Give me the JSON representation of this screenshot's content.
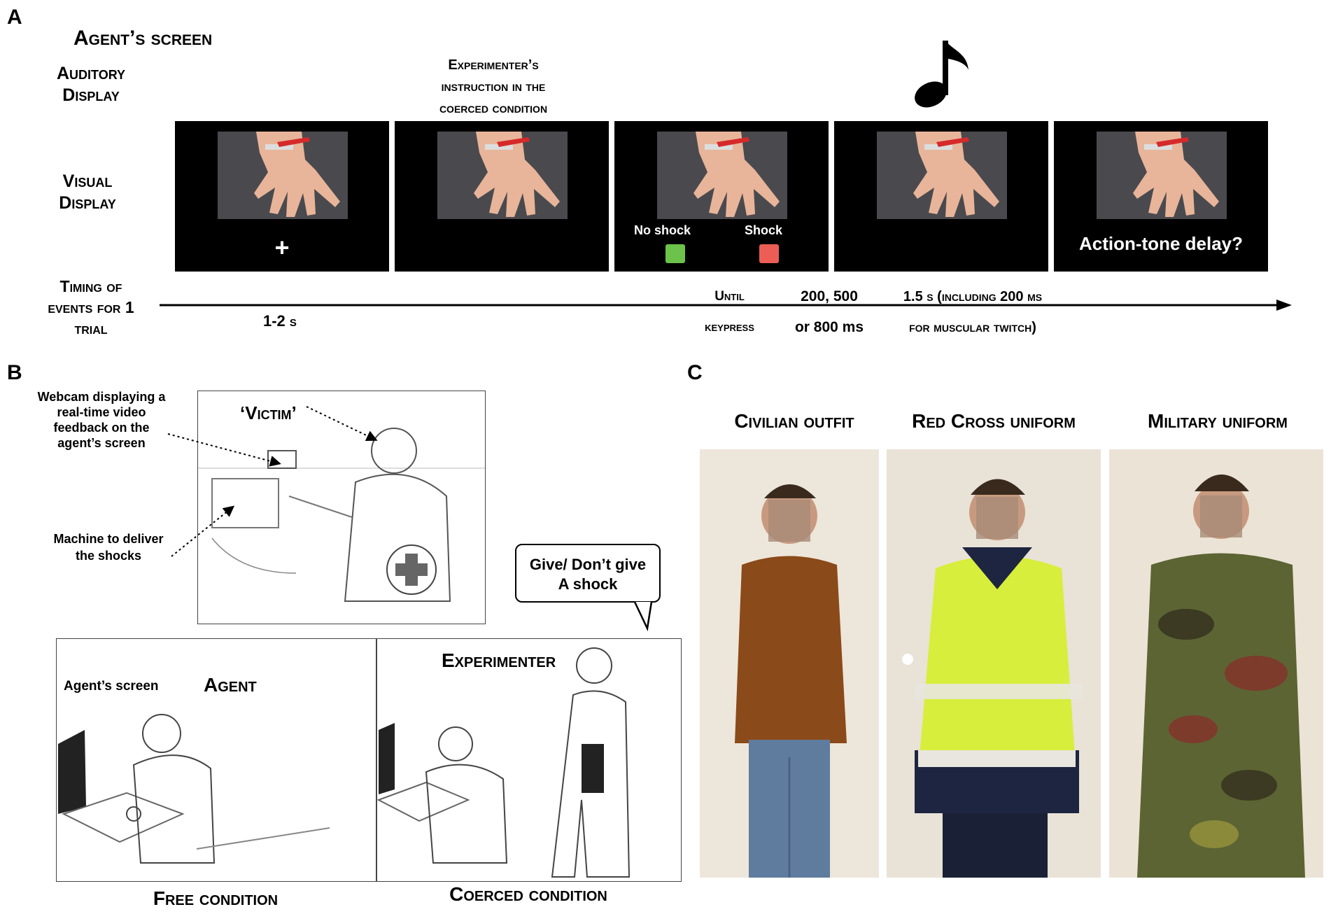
{
  "panel_a": {
    "letter": "A",
    "heading": "Agent’s screen",
    "auditory_label": [
      "Auditory",
      "Display"
    ],
    "visual_label": [
      "Visual",
      "Display"
    ],
    "instruction_note": [
      "Experimenter’s",
      "instruction in the",
      "coerced condition"
    ],
    "screens": {
      "fixation": "+",
      "no_shock": "No shock",
      "shock": "Shock",
      "question": "Action-tone delay?"
    },
    "colors": {
      "no_shock": "#6cc24a",
      "shock": "#ec5e55"
    },
    "timing_label": [
      "Timing of",
      "events for 1",
      "trial"
    ],
    "timing": {
      "fixation": "1-2 s",
      "until": [
        "Until",
        "keypress"
      ],
      "delay": [
        "200, 500",
        "or 800 ms"
      ],
      "tone": [
        "1.5 s (including 200 ms",
        "for muscular twitch)"
      ]
    },
    "icons": [
      "music-note-icon",
      "hand-electrode-image"
    ]
  },
  "panel_b": {
    "letter": "B",
    "victim_label": "‘Victim’",
    "webcam_note": [
      "Webcam displaying a",
      "real-time video",
      "feedback on the",
      "agent’s screen"
    ],
    "machine_note": [
      "Machine to deliver",
      "the shocks"
    ],
    "bubble_text": [
      "Give/ Don’t give",
      "A shock"
    ],
    "agent_screen_label": "Agent’s screen",
    "agent_label": "Agent",
    "experimenter_label": "Experimenter",
    "free_caption": "Free condition",
    "coerced_caption": "Coerced condition"
  },
  "panel_c": {
    "letter": "C",
    "captions": [
      "Civilian outfit",
      "Red Cross uniform",
      "Military uniform"
    ]
  }
}
